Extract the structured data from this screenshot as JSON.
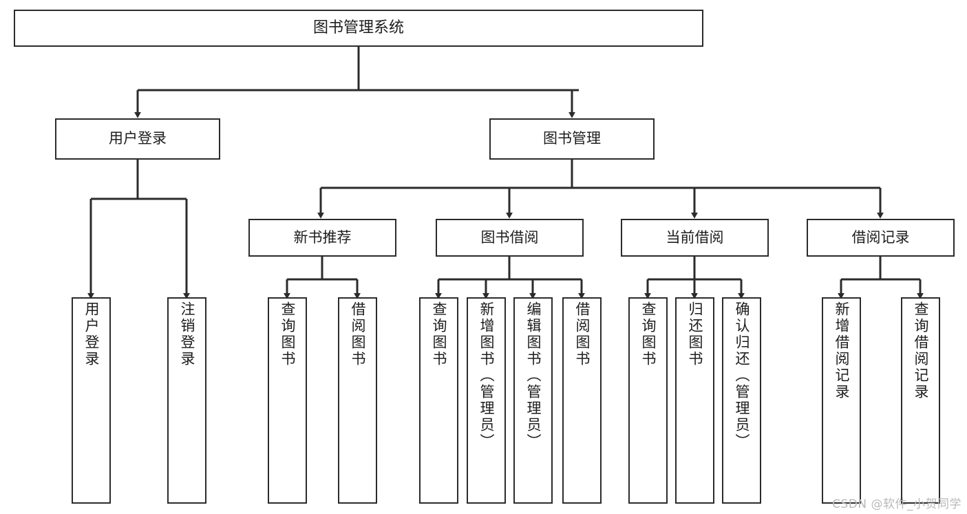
{
  "diagram": {
    "title": "图书管理系统",
    "type": "function-structure-tree",
    "watermark": "CSDN @软件_小贺同学",
    "colors": {
      "stroke": "#2b2b2b",
      "fill": "#ffffff",
      "text": "#1d1d1d",
      "watermark": "#b9b9b9"
    },
    "levels": {
      "level1_label": "图书管理系统",
      "level2": [
        {
          "id": "user-login",
          "label": "用户登录"
        },
        {
          "id": "book-manage",
          "label": "图书管理"
        }
      ],
      "level3": [
        {
          "id": "new-book-recommend",
          "label": "新书推荐",
          "parent": "book-manage"
        },
        {
          "id": "book-borrow",
          "label": "图书借阅",
          "parent": "book-manage"
        },
        {
          "id": "current-borrow",
          "label": "当前借阅",
          "parent": "book-manage"
        },
        {
          "id": "borrow-record",
          "label": "借阅记录",
          "parent": "book-manage"
        }
      ],
      "level4": [
        {
          "id": "leaf-user-login",
          "label": "用户登录",
          "parent": "user-login"
        },
        {
          "id": "leaf-logout-login",
          "label": "注销登录",
          "parent": "user-login"
        },
        {
          "id": "leaf-query-book-1",
          "label": "查询图书",
          "parent": "new-book-recommend"
        },
        {
          "id": "leaf-borrow-book-1",
          "label": "借阅图书",
          "parent": "new-book-recommend"
        },
        {
          "id": "leaf-query-book-2",
          "label": "查询图书",
          "parent": "book-borrow"
        },
        {
          "id": "leaf-add-book-admin",
          "label": "新增图书（管理员）",
          "parent": "book-borrow"
        },
        {
          "id": "leaf-edit-book-admin",
          "label": "编辑图书（管理员）",
          "parent": "book-borrow"
        },
        {
          "id": "leaf-borrow-book-2",
          "label": "借阅图书",
          "parent": "book-borrow"
        },
        {
          "id": "leaf-query-book-3",
          "label": "查询图书",
          "parent": "current-borrow"
        },
        {
          "id": "leaf-return-book",
          "label": "归还图书",
          "parent": "current-borrow"
        },
        {
          "id": "leaf-confirm-return-admin",
          "label": "确认归还（管理员）",
          "parent": "current-borrow"
        },
        {
          "id": "leaf-add-borrow-record",
          "label": "新增借阅记录",
          "parent": "borrow-record"
        },
        {
          "id": "leaf-query-borrow-record",
          "label": "查询借阅记录",
          "parent": "borrow-record"
        }
      ]
    }
  }
}
